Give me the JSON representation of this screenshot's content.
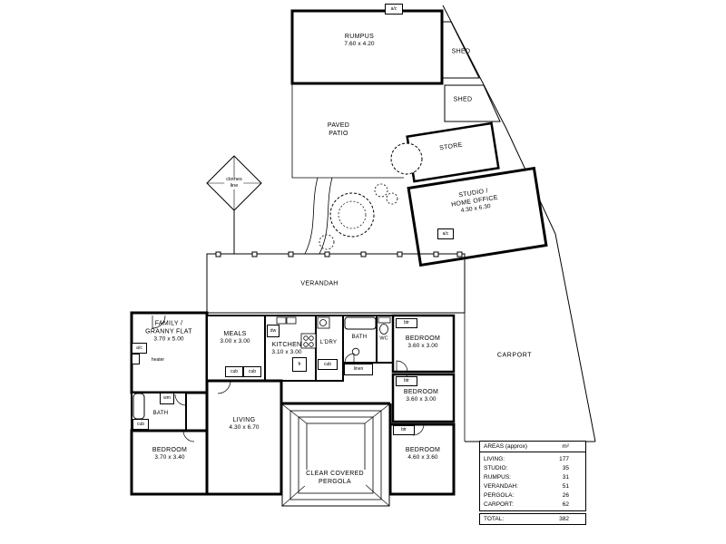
{
  "page": {
    "background": "#ffffff",
    "ink": "#000000"
  },
  "plan": {
    "rooms": {
      "rumpus": {
        "name": "RUMPUS",
        "dims": "7.60 x 4.20"
      },
      "shed_upper": {
        "name": "SHED"
      },
      "shed_lower": {
        "name": "SHED"
      },
      "patio": {
        "line1": "PAVED",
        "line2": "PATIO"
      },
      "store": {
        "name": "STORE"
      },
      "studio": {
        "line1": "STUDIO /",
        "line2": "HOME OFFICE",
        "dims": "4.30 x 6.30"
      },
      "verandah": {
        "name": "VERANDAH"
      },
      "carport": {
        "name": "CARPORT"
      },
      "family": {
        "line1": "FAMILY /",
        "line2": "GRANNY FLAT",
        "dims": "3.70 x 5.00"
      },
      "meals": {
        "name": "MEALS",
        "dims": "3.00 x 3.00"
      },
      "kitchen": {
        "name": "KITCHEN",
        "dims": "3.10 x 3.00"
      },
      "laundry": {
        "name": "L'DRY"
      },
      "bath_main": {
        "name": "BATH"
      },
      "wc": {
        "name": "WC"
      },
      "bed_right_top": {
        "name": "BEDROOM",
        "dims": "3.60 x 3.00"
      },
      "bed_right_mid": {
        "name": "BEDROOM",
        "dims": "3.60 x 3.00"
      },
      "bed_right_bottom": {
        "name": "BEDROOM",
        "dims": "4.60 x 3.60"
      },
      "bath_left": {
        "name": "BATH"
      },
      "bed_left": {
        "name": "BEDROOM",
        "dims": "3.70 x 3.40"
      },
      "living": {
        "name": "LIVING",
        "dims": "4.30 x 6.70"
      },
      "pergola": {
        "line1": "CLEAR COVERED",
        "line2": "PERGOLA"
      }
    },
    "fixtures": {
      "ac": "a/c",
      "heater": "heater",
      "wm": "wm",
      "dw": "dw",
      "fr": "fr",
      "cub": "cub",
      "btr": "btr",
      "linen": "linen",
      "clothes_word1": "clothes",
      "clothes_word2": "line"
    },
    "table": {
      "header": {
        "label": "AREAS (approx)",
        "unit": "m²"
      },
      "rows": [
        {
          "label": "LIVING:",
          "value": "177"
        },
        {
          "label": "STUDIO:",
          "value": "35"
        },
        {
          "label": "RUMPUS:",
          "value": "31"
        },
        {
          "label": "VERANDAH:",
          "value": "51"
        },
        {
          "label": "PERGOLA:",
          "value": "26"
        },
        {
          "label": "CARPORT:",
          "value": "62"
        }
      ],
      "total": {
        "label": "TOTAL:",
        "value": "382"
      }
    }
  }
}
